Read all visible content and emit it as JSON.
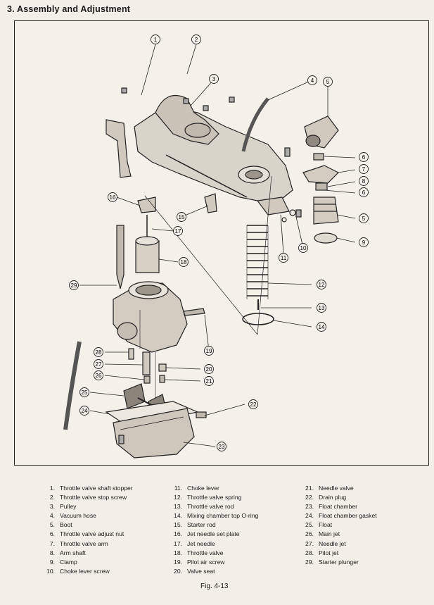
{
  "section": {
    "title": "3.   Assembly and Adjustment"
  },
  "figure": {
    "caption": "Fig. 4-13",
    "callouts": [
      "1",
      "2",
      "3",
      "4",
      "5",
      "6",
      "7",
      "8",
      "6",
      "5",
      "9",
      "10",
      "11",
      "12",
      "13",
      "14",
      "15",
      "16",
      "17",
      "18",
      "29",
      "19",
      "20",
      "21",
      "22",
      "23",
      "28",
      "27",
      "26",
      "25",
      "24"
    ]
  },
  "legend": {
    "columns": [
      [
        {
          "num": "1.",
          "label": "Throttle valve shaft stopper"
        },
        {
          "num": "2.",
          "label": "Throttle valve stop screw"
        },
        {
          "num": "3.",
          "label": "Pulley"
        },
        {
          "num": "4.",
          "label": "Vacuum hose"
        },
        {
          "num": "5.",
          "label": "Boot"
        },
        {
          "num": "6.",
          "label": "Throttle valve adjust nut"
        },
        {
          "num": "7.",
          "label": "Throttle valve arm"
        },
        {
          "num": "8.",
          "label": "Arm shaft"
        },
        {
          "num": "9.",
          "label": "Clamp"
        },
        {
          "num": "10.",
          "label": "Choke lever screw"
        }
      ],
      [
        {
          "num": "11.",
          "label": "Choke lever"
        },
        {
          "num": "12.",
          "label": "Throttle valve spring"
        },
        {
          "num": "13.",
          "label": "Throttle valve rod"
        },
        {
          "num": "14.",
          "label": "Mixing chamber top O-ring"
        },
        {
          "num": "15.",
          "label": "Starter rod"
        },
        {
          "num": "16.",
          "label": "Jet needle set plate"
        },
        {
          "num": "17.",
          "label": "Jet needle"
        },
        {
          "num": "18.",
          "label": "Throttle valve"
        },
        {
          "num": "19.",
          "label": "Pilot air screw"
        },
        {
          "num": "20.",
          "label": "Valve seat"
        }
      ],
      [
        {
          "num": "21.",
          "label": "Needle valve"
        },
        {
          "num": "22.",
          "label": "Drain plug"
        },
        {
          "num": "23.",
          "label": "Float chamber"
        },
        {
          "num": "24.",
          "label": "Float chamber gasket"
        },
        {
          "num": "25.",
          "label": "Float"
        },
        {
          "num": "26.",
          "label": "Main jet"
        },
        {
          "num": "27.",
          "label": "Needle jet"
        },
        {
          "num": "28.",
          "label": "Pilot jet"
        },
        {
          "num": "29.",
          "label": "Starter plunger"
        }
      ]
    ]
  }
}
